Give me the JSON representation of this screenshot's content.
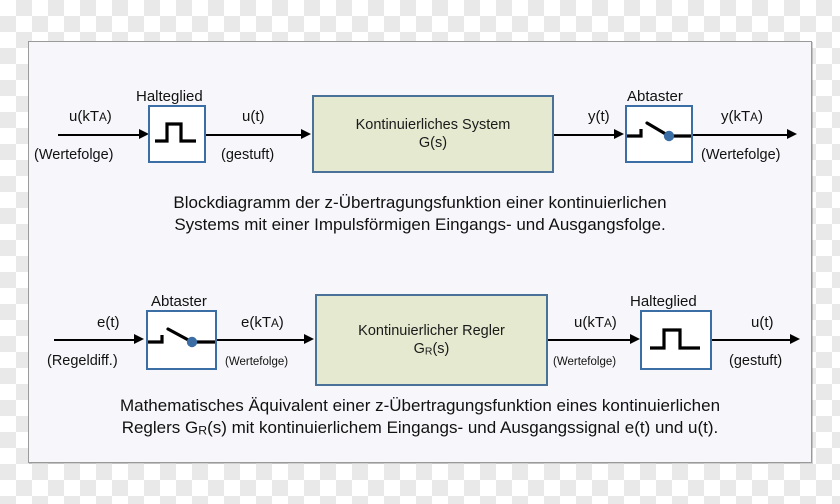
{
  "figure": {
    "kind": "control-engineering-block-diagram",
    "background_checker": true,
    "colors": {
      "block_border": "#3a6ea5",
      "green_block_fill": "#e4e9cf",
      "green_block_border": "#4a7197",
      "panel_bg": "#f7f7fb",
      "panel_border": "#9a9a9a",
      "wire": "#000000",
      "switch_pivot": "#3a6ea5"
    }
  },
  "diagram1": {
    "name": "Blockdiagramm z-Uebertragungsfunktion",
    "input": {
      "signal": "u(kTA)",
      "signal_base": "u(kT",
      "signal_sub": "A",
      "signal_tail": ")",
      "qualifier": "(Wertefolge)"
    },
    "block_hold": {
      "title": "Halteglied",
      "icon": "step-pulse-icon"
    },
    "mid": {
      "signal": "u(t)",
      "qualifier": "(gestuft)"
    },
    "block_system": {
      "line1": "Kontinuierliches System",
      "line2": "G(s)"
    },
    "mid2": {
      "signal": "y(t)"
    },
    "block_sampler": {
      "title": "Abtaster",
      "icon": "switch-sampler-icon"
    },
    "output": {
      "signal": "y(kTA)",
      "signal_base": "y(kT",
      "signal_sub": "A",
      "signal_tail": ")",
      "qualifier": "(Wertefolge)"
    },
    "caption_line1": "Blockdiagramm der z-Übertragungsfunktion einer kontinuierlichen",
    "caption_line2": "Systems mit einer Impulsförmigen Eingangs- und Ausgangsfolge."
  },
  "diagram2": {
    "name": "Mathematisches Aequivalent z-Uebertragungsfunktion Regler",
    "input": {
      "signal": "e(t)",
      "qualifier": "(Regeldiff.)"
    },
    "block_sampler": {
      "title": "Abtaster",
      "icon": "switch-sampler-icon"
    },
    "mid": {
      "signal": "e(kTA)",
      "signal_base": "e(kT",
      "signal_sub": "A",
      "signal_tail": ")",
      "qualifier": "(Wertefolge)"
    },
    "block_controller": {
      "line1": "Kontinuierlicher Regler",
      "line2_base": "G",
      "line2_sub": "R",
      "line2_tail": "(s)"
    },
    "mid2": {
      "signal": "u(kTA)",
      "signal_base": "u(kT",
      "signal_sub": "A",
      "signal_tail": ")",
      "qualifier": "(Wertefolge)"
    },
    "block_hold": {
      "title": "Halteglied",
      "icon": "step-pulse-icon"
    },
    "output": {
      "signal": "u(t)",
      "qualifier": "(gestuft)"
    },
    "caption_line1": "Mathematisches Äquivalent einer z-Übertragungsfunktion eines kontinuierlichen",
    "caption_line2_a": "Reglers G",
    "caption_line2_sub": "R",
    "caption_line2_b": "(s) mit kontinuierlichem Eingangs- und Ausgangssignal e(t) und u(t)."
  }
}
